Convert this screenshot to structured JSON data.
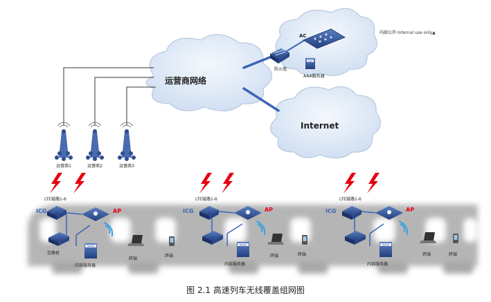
{
  "watermark": "内部公开 Internal use only▲",
  "cloud_operator": "运营商网络",
  "cloud_internet": "Internet",
  "ac_label": "AC",
  "firewall_label": "防火墙",
  "aaa_label": "AAA服务器",
  "aaa_box_text": "AAA",
  "base_stations": [
    "运营商1",
    "运营商2",
    "运营商3"
  ],
  "cars": [
    {
      "lte": "LTE链路1-6",
      "icg": "ICG",
      "ap": "AP",
      "switch": "交换机",
      "server": "内容服务器",
      "terminals": [
        "终端",
        "终端"
      ]
    },
    {
      "lte": "LTE链路1-6",
      "icg": "ICG",
      "ap": "AP",
      "switch": "",
      "server": "内容服务器",
      "terminals": [
        "终端",
        "终端"
      ]
    },
    {
      "lte": "LTE链路1-6",
      "icg": "ICG",
      "ap": "AP",
      "switch": "",
      "server": "内容服务器",
      "terminals": [
        "终端",
        "终端"
      ]
    }
  ],
  "server_box_text": "Server",
  "caption": "图  2.1  高速列车无线覆盖组网图",
  "colors": {
    "cloud": "#dbe7f5",
    "cloud_edge": "#b7c9de",
    "device": "#2f4e8f",
    "accent_red": "#e60012",
    "train": "#a9a9a9",
    "line": "#3a64b8"
  }
}
